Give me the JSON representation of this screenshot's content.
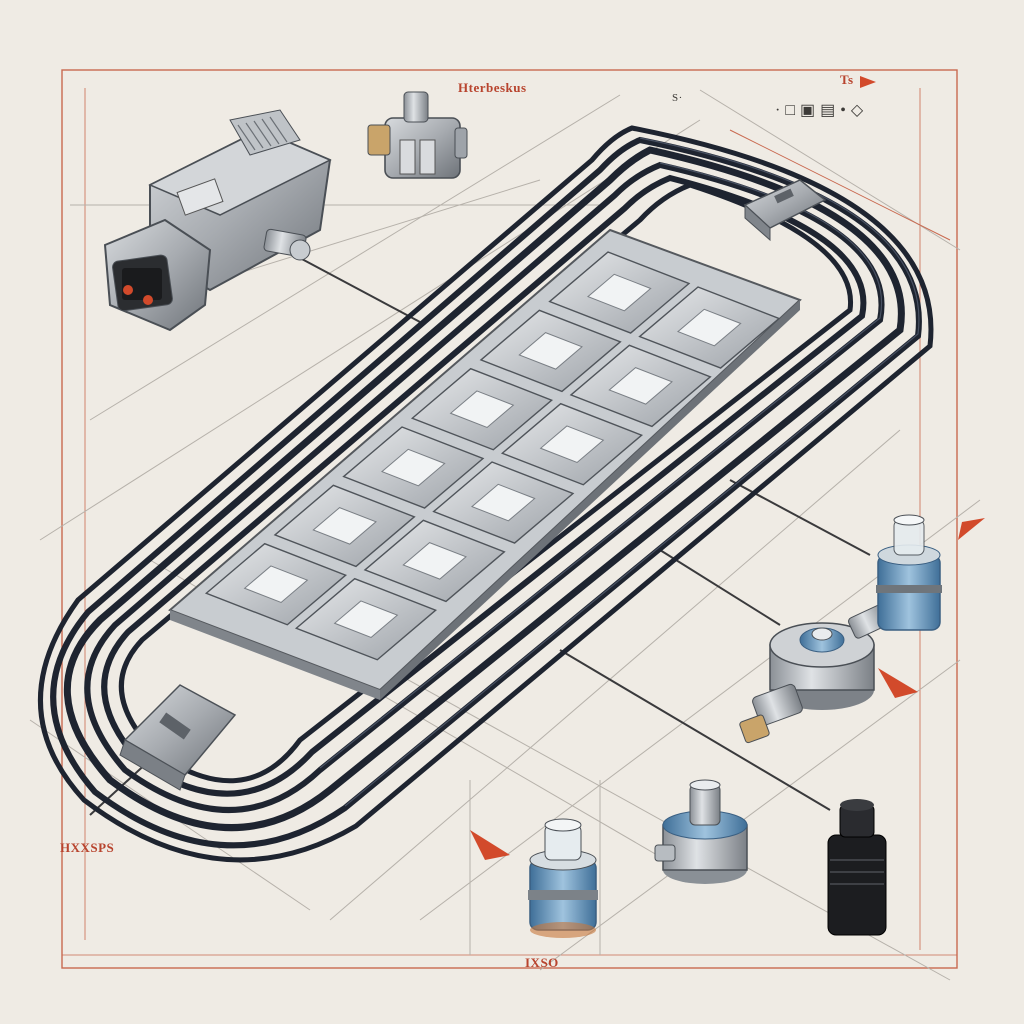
{
  "labels": {
    "top_title": "Hterbeskus",
    "top_right_tag": "Ts",
    "top_right_code": "· □ ▣ ▤ • ◇",
    "left_tag": "HXXSPS",
    "bottom_code": "IXSO",
    "top_small": "S·"
  },
  "colors": {
    "background": "#efebe4",
    "frame_line": "#c9694f",
    "guide_line": "#b6b1aa",
    "cable": "#1e2430",
    "metal": "#a9adb2",
    "accent_red": "#d24a2b",
    "accent_blue": "#5b93c4"
  },
  "components": [
    {
      "name": "battery-pack",
      "cells": 12
    },
    {
      "name": "servo-motor"
    },
    {
      "name": "small-coupler"
    },
    {
      "name": "cable-clamp-top"
    },
    {
      "name": "cable-clamp-bottom"
    },
    {
      "name": "pressure-sensor-large"
    },
    {
      "name": "pressure-sensor-top-right"
    },
    {
      "name": "connector-bottom-center"
    },
    {
      "name": "connector-bottom-mid"
    },
    {
      "name": "connector-black"
    }
  ]
}
